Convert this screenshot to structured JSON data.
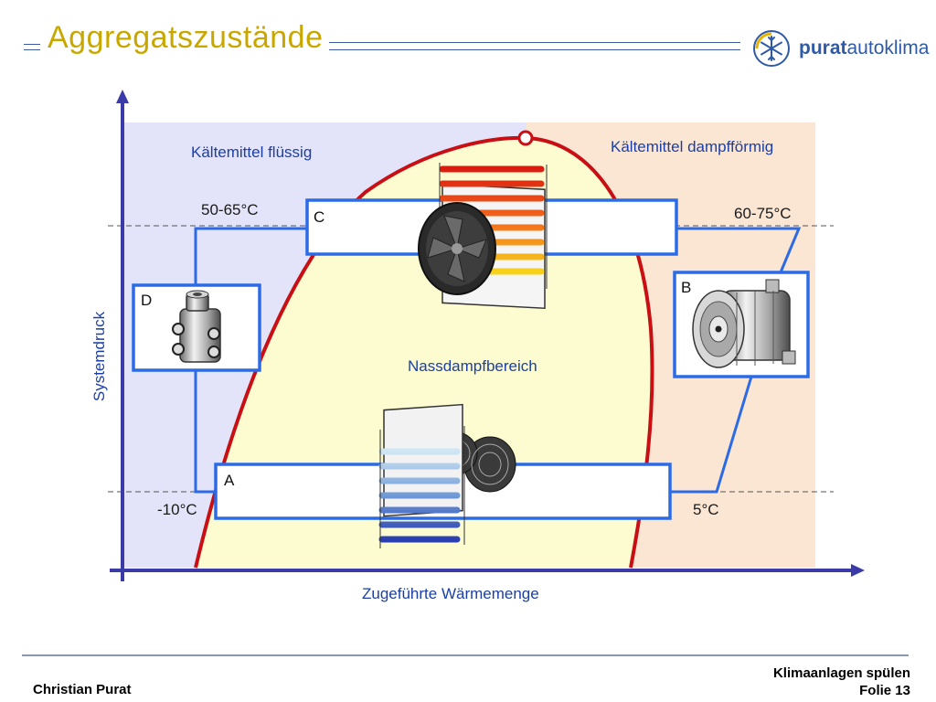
{
  "slide": {
    "title": "Aggregatszustände",
    "logo": {
      "brand_bold": "purat",
      "brand_light": "autoklima",
      "icon": "snowflake-icon"
    }
  },
  "diagram": {
    "region_liquid": "Kältemittel flüssig",
    "region_vapor": "Kältemittel dampfförmig",
    "region_wet": "Nassdampfbereich",
    "y_axis": "Systemdruck",
    "x_axis": "Zugeführte Wärmemenge",
    "temp_high_left": "50-65°C",
    "temp_high_right": "60-75°C",
    "temp_low_left": "-10°C",
    "temp_low_right": "5°C",
    "components": {
      "a": {
        "letter": "A",
        "image": "evaporator-blower-icon"
      },
      "b": {
        "letter": "B",
        "image": "compressor-icon"
      },
      "c": {
        "letter": "C",
        "image": "condenser-fan-icon"
      },
      "d": {
        "letter": "D",
        "image": "expansion-valve-icon"
      }
    },
    "colors": {
      "liquid": "#e3e3f9",
      "vapor": "#fbe5d3",
      "wet": "#fdfbd0",
      "curve": "#c80f14",
      "box": "#2c6be6",
      "axis": "#3a3aa8",
      "text": "#1a3fa8"
    }
  },
  "footer": {
    "author": "Christian Purat",
    "course": "Klimaanlagen spülen",
    "slide_label": "Folie 13"
  }
}
